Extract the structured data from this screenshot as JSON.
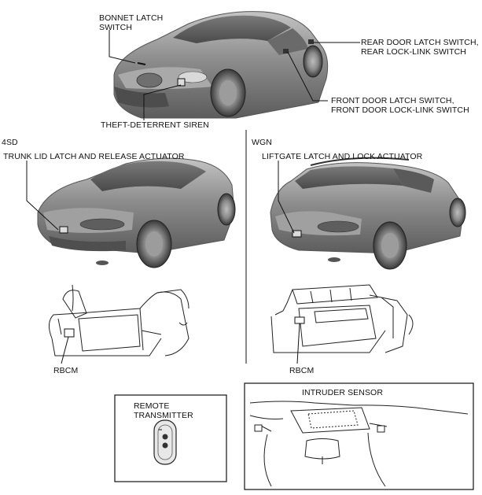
{
  "labels": {
    "bonnet_latch_line1": "BONNET LATCH",
    "bonnet_latch_line2": "SWITCH",
    "rear_door_line1": "REAR DOOR LATCH SWITCH,",
    "rear_door_line2": "REAR LOCK-LINK SWITCH",
    "front_door_line1": "FRONT DOOR LATCH SWITCH,",
    "front_door_line2": "FRONT DOOR LOCK-LINK SWITCH",
    "theft_siren": "THEFT-DETERRENT SIREN",
    "sedan_tag": "4SD",
    "wagon_tag": "WGN",
    "trunk_actuator": "TRUNK LID LATCH AND RELEASE ACTUATOR",
    "liftgate_actuator": "LIFTGATE LATCH AND LOCK ACTUATOR",
    "rbcm_sedan": "RBCM",
    "rbcm_wagon": "RBCM",
    "remote_line1": "REMOTE",
    "remote_line2": "TRANSMITTER",
    "intruder_sensor": "INTRUDER SENSOR"
  },
  "colors": {
    "car_body": "#8e8e8e",
    "car_shadow": "#5a5a5a",
    "line": "#111111",
    "frame": "#222222"
  }
}
